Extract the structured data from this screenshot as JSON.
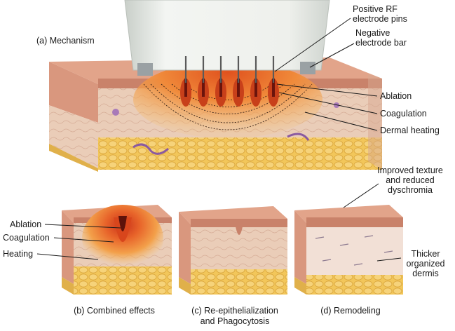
{
  "panels": {
    "a": {
      "title": "(a) Mechanism"
    },
    "b": {
      "caption": "(b) Combined effects"
    },
    "c": {
      "caption_line1": "(c) Re-epithelialization",
      "caption_line2": "and Phagocytosis"
    },
    "d": {
      "caption": "(d) Remodeling"
    }
  },
  "callouts": {
    "positive_pins": {
      "line1": "Positive RF",
      "line2": "electrode pins"
    },
    "negative_bar": {
      "line1": "Negative",
      "line2": "electrode bar"
    },
    "ablation": "Ablation",
    "coagulation": "Coagulation",
    "dermal_heating": "Dermal heating",
    "b_ablation": "Ablation",
    "b_coagulation": "Coagulation",
    "b_heating": "Heating",
    "improved": {
      "line1": "Improved texture",
      "line2": "and reduced",
      "line3": "dyschromia"
    },
    "thicker": {
      "line1": "Thicker",
      "line2": "organized",
      "line3": "dermis"
    }
  },
  "colors": {
    "epidermis": "#d9a08a",
    "dermis": "#e8c9b4",
    "fat": "#f2c65a",
    "ablation": "#7a1a10",
    "coagulation": "#d2461c",
    "heating": "#f0a040",
    "device": "#e9ece8"
  }
}
